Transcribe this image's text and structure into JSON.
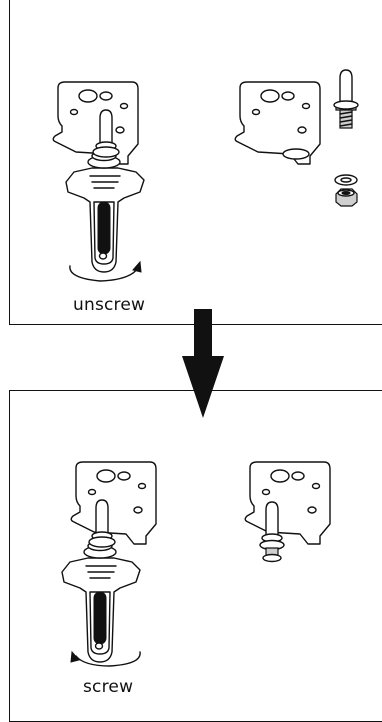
{
  "steps": {
    "top_label": "unscrew",
    "bottom_label": "screw"
  },
  "arrow": {
    "direction": "down",
    "color": "#111111"
  },
  "icons": [
    "hinge-bracket-with-wrench-icon",
    "hinge-bracket-icon",
    "hinge-pin-bolt-icon",
    "washer-icon",
    "nut-icon",
    "counterclockwise-arrow-icon",
    "clockwise-arrow-icon",
    "down-arrow-icon"
  ]
}
